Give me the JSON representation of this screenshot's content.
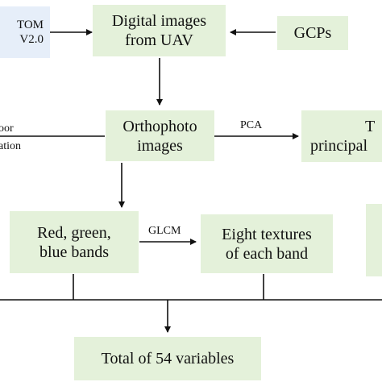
{
  "nodes": {
    "source_partial": {
      "lines": [
        "TOM",
        "V2.0"
      ]
    },
    "digital_images": {
      "lines": [
        "Digital images",
        "from UAV"
      ]
    },
    "gcps": {
      "lines": [
        "GCPs"
      ]
    },
    "orthophoto": {
      "lines": [
        "Orthophoto",
        "images"
      ]
    },
    "principal_partial": {
      "lines": [
        "T",
        "principal"
      ]
    },
    "rgb_bands": {
      "lines": [
        "Red, green,",
        "blue bands"
      ]
    },
    "textures": {
      "lines": [
        "Eight textures",
        "of each band"
      ]
    },
    "total": {
      "lines": [
        "Total of 54 variables"
      ]
    }
  },
  "edge_labels": {
    "pca": "PCA",
    "glcm": "GLCM",
    "left_partial": [
      "oor",
      "ation"
    ]
  },
  "colors": {
    "green_box": "#e4f1da",
    "blue_box": "#e6eef9",
    "line": "#111111"
  }
}
